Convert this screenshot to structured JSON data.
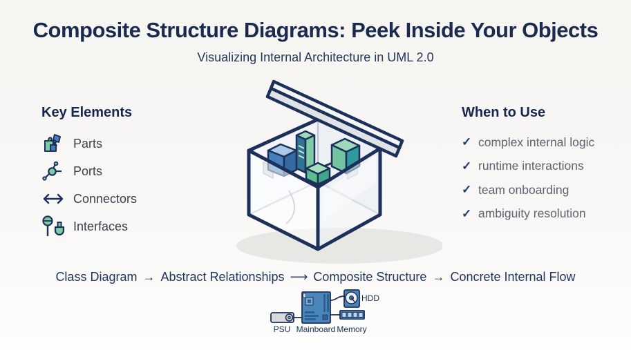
{
  "header": {
    "title": "Composite Structure Diagrams: Peek Inside Your Objects",
    "subtitle": "Visualizing Internal Architecture in UML 2.0"
  },
  "key_elements": {
    "heading": "Key Elements",
    "items": [
      {
        "icon": "puzzle-parts-icon",
        "label": "Parts"
      },
      {
        "icon": "port-node-icon",
        "label": "Ports"
      },
      {
        "icon": "double-arrow-icon",
        "label": "Connectors"
      },
      {
        "icon": "lollipop-socket-icon",
        "label": "Interfaces"
      }
    ]
  },
  "when_to_use": {
    "heading": "When to Use",
    "check_glyph": "✓",
    "items": [
      {
        "label": "complex internal logic"
      },
      {
        "label": "runtime interactions"
      },
      {
        "label": "team onboarding"
      },
      {
        "label": "ambiguity resolution"
      }
    ]
  },
  "flow": {
    "steps": [
      "Class Diagram",
      "Abstract Relationships",
      "Composite Structure",
      "Concrete Internal Flow"
    ],
    "arrows": [
      "→",
      "⟶",
      "→"
    ]
  },
  "hardware": {
    "labels": {
      "psu": "PSU",
      "mainboard": "Mainboard",
      "memory": "Memory",
      "hdd": "HDD"
    }
  },
  "illustration": {
    "description": "open transparent box with internal component blocks"
  },
  "colors": {
    "navy_outline": "#1d3059",
    "title_navy": "#1b2b4f",
    "gray_text": "#5b6470",
    "green_light": "#7ecba6",
    "green_mid": "#5cbd90",
    "teal": "#2f9a9c",
    "blue": "#4580ba",
    "blue_light": "#a9cbe8",
    "lid_gray": "#dfe2e7",
    "background": "#f6f5f2"
  }
}
